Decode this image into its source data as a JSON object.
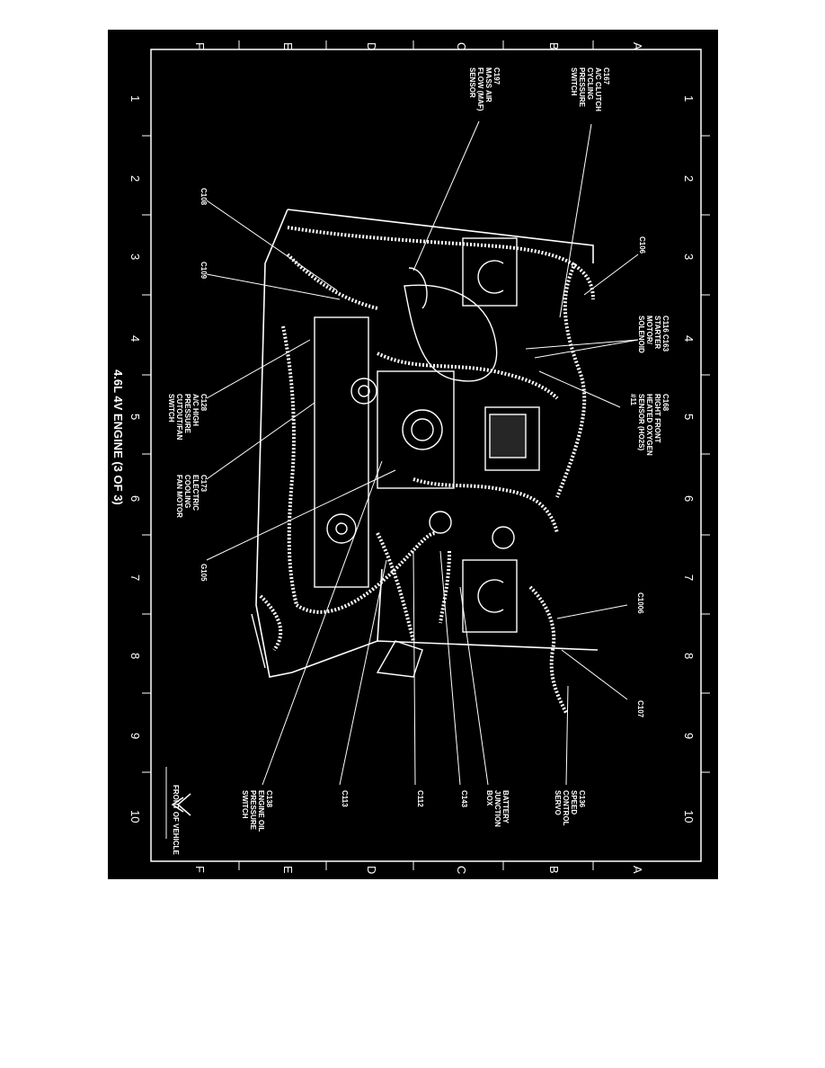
{
  "title": "4.6L 4V ENGINE (3 OF 3)",
  "front_label": "FRONT OF VEHICLE",
  "grid": {
    "rows": [
      "A",
      "B",
      "C",
      "D",
      "E",
      "F"
    ],
    "cols": [
      "1",
      "2",
      "3",
      "4",
      "5",
      "6",
      "7",
      "8",
      "9",
      "10"
    ]
  },
  "callouts": {
    "c167": [
      "C167",
      "A/C CLUTCH",
      "CYCLING",
      "PRESSURE",
      "SWITCH"
    ],
    "c197": [
      "C197",
      "MASS AIR",
      "FLOW (MAF)",
      "SENSOR"
    ],
    "c108": [
      "C108"
    ],
    "c109": [
      "C109"
    ],
    "c106": [
      "C106"
    ],
    "c116": [
      "C116 C163",
      "STARTER",
      "MOTOR/",
      "SOLENOID"
    ],
    "c168": [
      "C168",
      "RIGHT FRONT",
      "HEATED OXYGEN",
      "SENSOR (HO2S)",
      "#11"
    ],
    "c128": [
      "C128",
      "A/C HIGH",
      "PRESSURE",
      "CUTOUT/FAN",
      "SWITCH"
    ],
    "c173": [
      "C173",
      "ELECTRIC",
      "COOLING",
      "FAN MOTOR"
    ],
    "g105": [
      "G105"
    ],
    "c1006": [
      "C1006"
    ],
    "c107": [
      "C107"
    ],
    "c136": [
      "C136",
      "SPEED",
      "CONTROL",
      "SERVO"
    ],
    "bjb": [
      "BATTERY",
      "JUNCTION",
      "BOX"
    ],
    "c143": [
      "C143"
    ],
    "c112": [
      "C112"
    ],
    "c113": [
      "C113"
    ],
    "c138": [
      "C138",
      "ENGINE OIL",
      "PRESSURE",
      "SWITCH"
    ]
  }
}
